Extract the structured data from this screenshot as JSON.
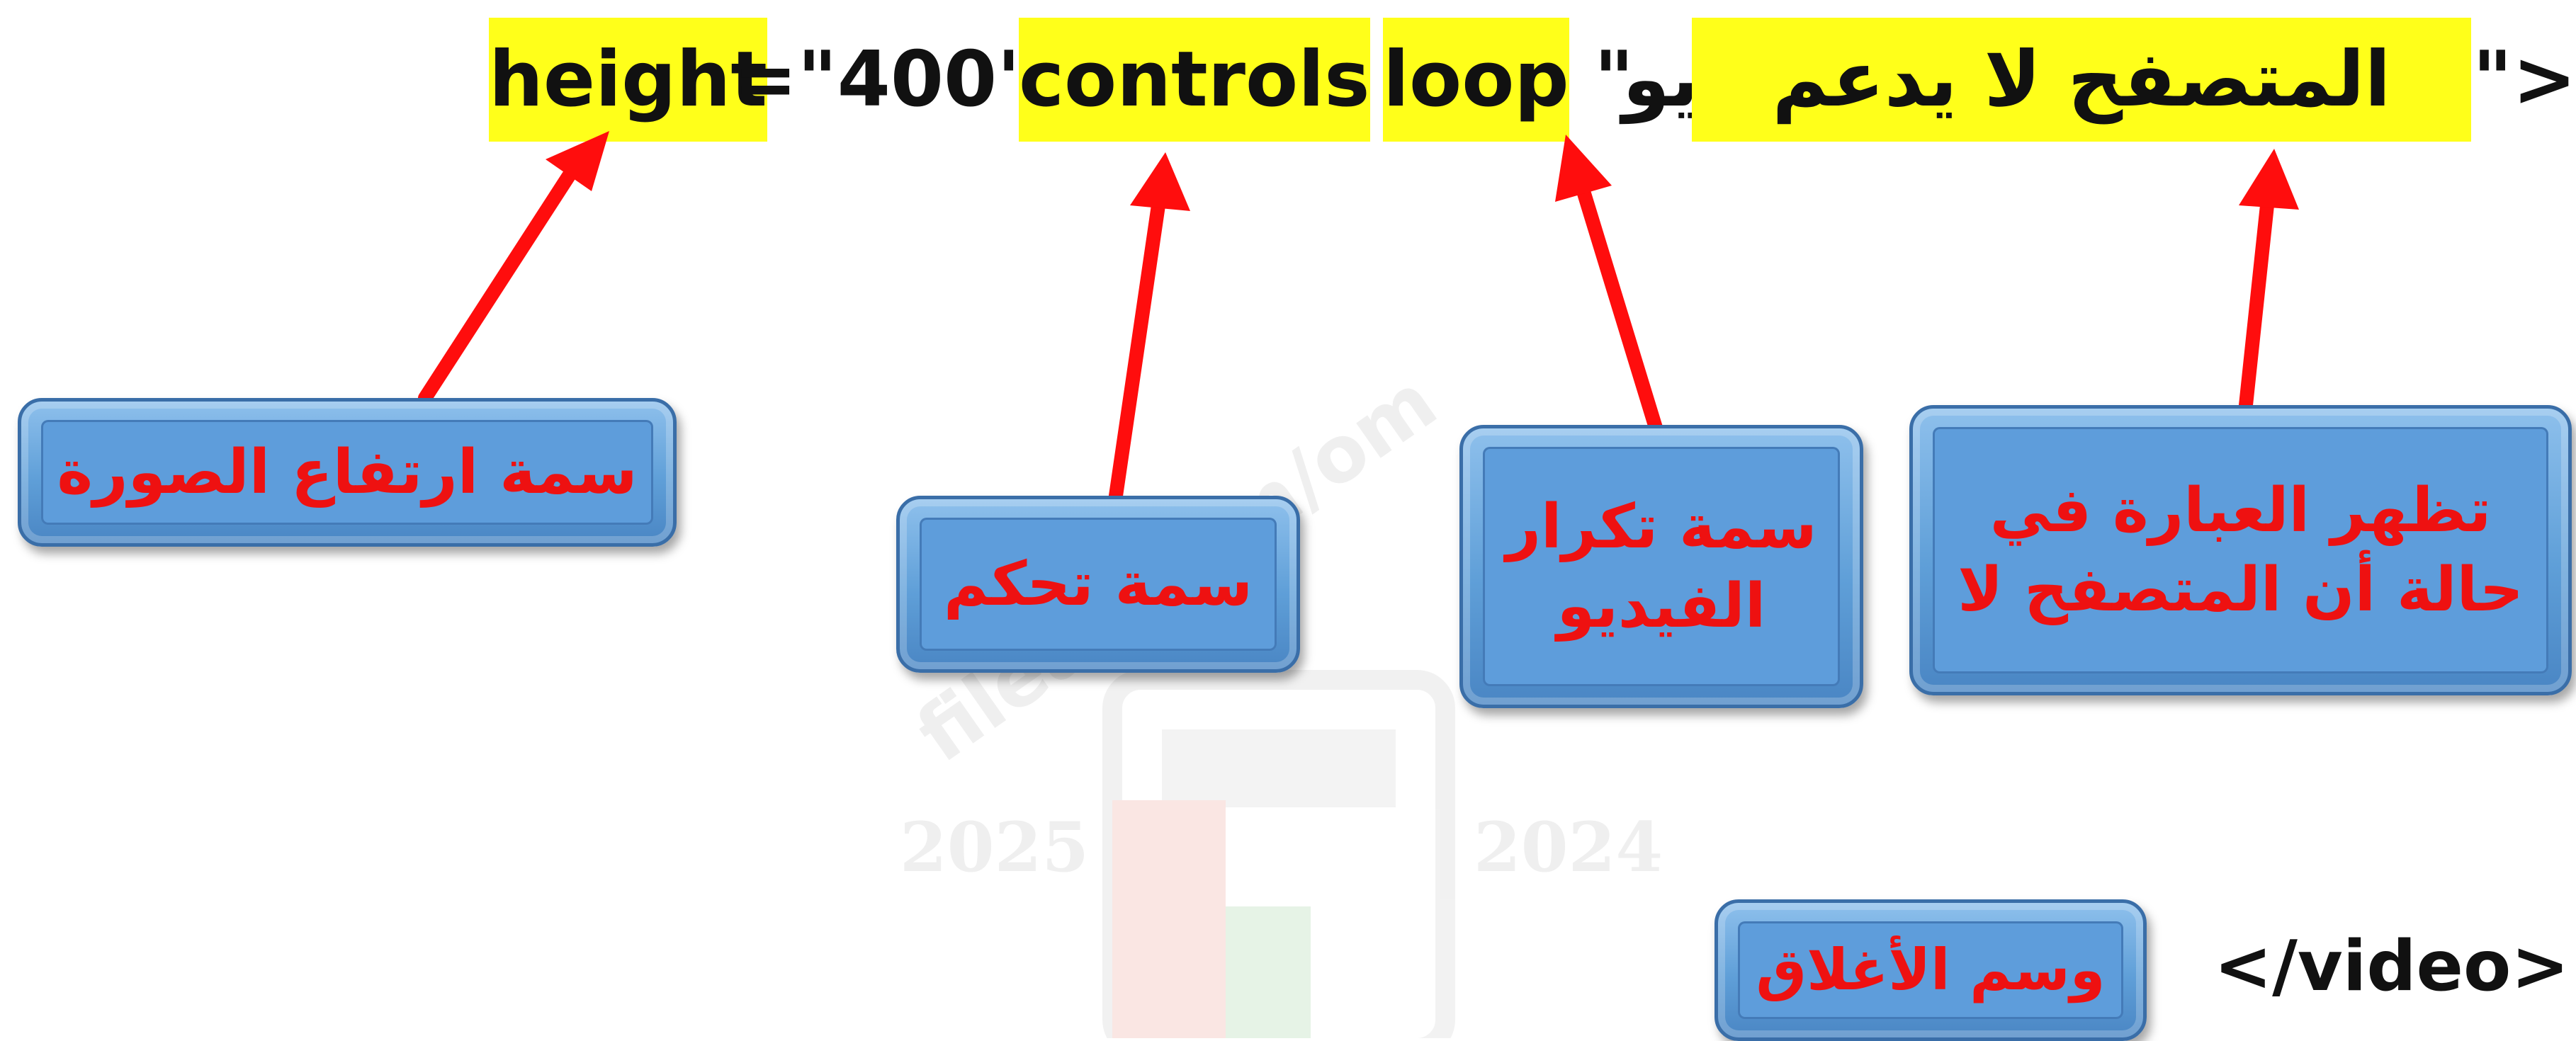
{
  "code_line": {
    "height_attr": "height",
    "height_value": "=\"400\"",
    "controls_attr": "controls",
    "loop_attr": "loop",
    "quote": "\"",
    "video_word": "الفيديو",
    "fallback_text": "المتصفح لا يدعم",
    "tag_open": "\">"
  },
  "closing_tag": "</video>",
  "labels": {
    "height_label": "سمة ارتفاع الصورة",
    "controls_label": "سمة تحكم",
    "loop_label": "سمة تكرار\nالفيديو",
    "fallback_label": "تظهر العبارة في\nحالة أن المتصفح لا",
    "closing_label": "وسم الأغلاق"
  },
  "watermark": {
    "text": "fileac.com/om",
    "year_left": "2025",
    "year_right": "2024"
  },
  "colors": {
    "highlight": "#ffff1a",
    "arrow": "#ff0d0d",
    "label_text": "#ee1111",
    "box_fill": "#5e9ddb"
  }
}
